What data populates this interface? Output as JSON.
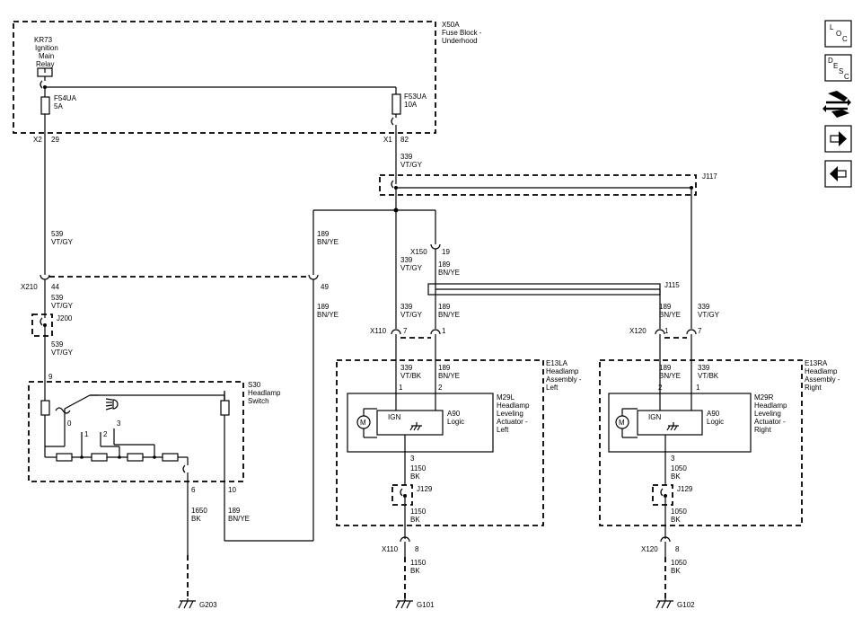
{
  "modules": {
    "x50a": [
      "X50A",
      "Fuse Block -",
      "Underhood"
    ],
    "kr73": [
      "KR73",
      "Ignition",
      "Main",
      "Relay"
    ],
    "s30": [
      "S30",
      "Headlamp",
      "Switch"
    ],
    "e13la": [
      "E13LA",
      "Headlamp",
      "Assembly -",
      "Left"
    ],
    "e13ra": [
      "E13RA",
      "Headlamp",
      "Assembly -",
      "Right"
    ],
    "m29l": [
      "M29L",
      "Headlamp",
      "Leveling",
      "Actuator -",
      "Left"
    ],
    "m29r": [
      "M29R",
      "Headlamp",
      "Leveling",
      "Actuator -",
      "Right"
    ],
    "a90_label": [
      "A90",
      "Logic"
    ],
    "ign_label": "IGN",
    "motor_label": "M"
  },
  "fuses": {
    "f54ua": [
      "F54UA",
      "5A"
    ],
    "f53ua": [
      "F53UA",
      "10A"
    ]
  },
  "connectors": {
    "x2": "X2",
    "x2_pin": "29",
    "x1": "X1",
    "x1_pin": "82",
    "x210": "X210",
    "x210_pin_a": "44",
    "x210_pin_b": "49",
    "x150": "X150",
    "x150_pin": "19",
    "x110_top": "X110",
    "x110_pin_7": "7",
    "x110_pin_1": "1",
    "x120_top": "X120",
    "x120_pin_1": "1",
    "x120_pin_7": "7",
    "x110_bottom": "X110",
    "x110_bottom_pin": "8",
    "x120_bottom": "X120",
    "x120_bottom_pin": "8"
  },
  "splices": {
    "j117": "J117",
    "j115": "J115",
    "j200": "J200",
    "j129_left": "J129",
    "j129_right": "J129"
  },
  "grounds": {
    "g203": "G203",
    "g101": "G101",
    "g102": "G102"
  },
  "pins": {
    "s30_in": "9",
    "s30_out_6": "6",
    "s30_out_10": "10",
    "s30_pos_0": "0",
    "s30_pos_1": "1",
    "s30_pos_2": "2",
    "s30_pos_3": "3",
    "m29l_pin1": "1",
    "m29l_pin2": "2",
    "m29l_pin3": "3",
    "m29r_pin2": "2",
    "m29r_pin1": "1",
    "m29r_pin3": "3"
  },
  "wires": {
    "c339_vtgy": [
      "339",
      "VT/GY"
    ],
    "c539_vtgy": [
      "539",
      "VT/GY"
    ],
    "c189_bnye": [
      "189",
      "BN/YE"
    ],
    "c339_vtbk": [
      "339",
      "VT/BK"
    ],
    "c189_bnye_b": [
      "189",
      "BN/YE"
    ],
    "c1150_bk": [
      "1150",
      "BK"
    ],
    "c1050_bk": [
      "1050",
      "BK"
    ],
    "c1650_bk": [
      "1650",
      "BK"
    ]
  },
  "nav": {
    "loc": [
      "L",
      "O",
      "C"
    ],
    "desc": [
      "D",
      "E",
      "S",
      "C"
    ]
  }
}
